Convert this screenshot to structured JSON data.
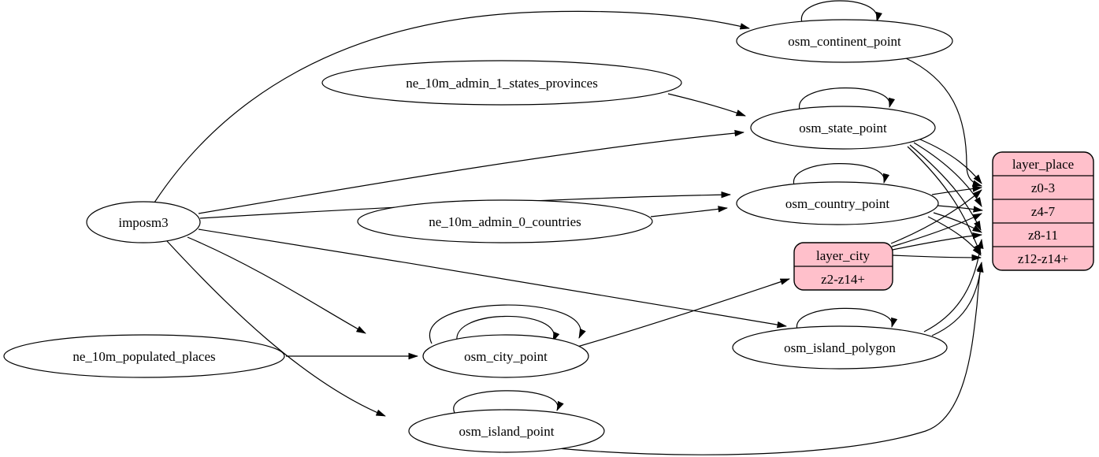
{
  "diagram": {
    "type": "graphviz-digraph",
    "background_color": "#ffffff",
    "edge_color": "#000000",
    "ellipse_fill": "#ffffff",
    "record_fill": "#ffc0cb",
    "nodes": {
      "imposm3": {
        "label": "imposm3",
        "shape": "ellipse"
      },
      "ne_10m_admin_1_states_provinces": {
        "label": "ne_10m_admin_1_states_provinces",
        "shape": "ellipse"
      },
      "ne_10m_admin_0_countries": {
        "label": "ne_10m_admin_0_countries",
        "shape": "ellipse"
      },
      "ne_10m_populated_places": {
        "label": "ne_10m_populated_places",
        "shape": "ellipse"
      },
      "osm_continent_point": {
        "label": "osm_continent_point",
        "shape": "ellipse"
      },
      "osm_state_point": {
        "label": "osm_state_point",
        "shape": "ellipse"
      },
      "osm_country_point": {
        "label": "osm_country_point",
        "shape": "ellipse"
      },
      "osm_city_point": {
        "label": "osm_city_point",
        "shape": "ellipse"
      },
      "osm_island_polygon": {
        "label": "osm_island_polygon",
        "shape": "ellipse"
      },
      "osm_island_point": {
        "label": "osm_island_point",
        "shape": "ellipse"
      }
    },
    "records": {
      "layer_city": {
        "title": "layer_city",
        "rows": [
          "z2-z14+"
        ],
        "fill": "#ffc0cb"
      },
      "layer_place": {
        "title": "layer_place",
        "rows": [
          "z0-3",
          "z4-7",
          "z8-11",
          "z12-z14+"
        ],
        "fill": "#ffc0cb"
      }
    },
    "edges": [
      {
        "from": "imposm3",
        "to": "osm_continent_point"
      },
      {
        "from": "imposm3",
        "to": "osm_state_point"
      },
      {
        "from": "imposm3",
        "to": "osm_country_point"
      },
      {
        "from": "imposm3",
        "to": "osm_city_point"
      },
      {
        "from": "imposm3",
        "to": "osm_island_polygon"
      },
      {
        "from": "imposm3",
        "to": "osm_island_point"
      },
      {
        "from": "ne_10m_admin_1_states_provinces",
        "to": "osm_state_point"
      },
      {
        "from": "ne_10m_admin_0_countries",
        "to": "osm_country_point"
      },
      {
        "from": "ne_10m_populated_places",
        "to": "osm_city_point"
      },
      {
        "from": "osm_continent_point",
        "to": "osm_continent_point",
        "self_loop": true
      },
      {
        "from": "osm_state_point",
        "to": "osm_state_point",
        "self_loop": true
      },
      {
        "from": "osm_country_point",
        "to": "osm_country_point",
        "self_loop": true
      },
      {
        "from": "osm_city_point",
        "to": "osm_city_point",
        "self_loop": true
      },
      {
        "from": "osm_city_point",
        "to": "osm_city_point",
        "self_loop": true
      },
      {
        "from": "osm_island_polygon",
        "to": "osm_island_polygon",
        "self_loop": true
      },
      {
        "from": "osm_island_point",
        "to": "osm_island_point",
        "self_loop": true
      },
      {
        "from": "osm_city_point",
        "to": "layer_city:z2-z14+"
      },
      {
        "from": "osm_continent_point",
        "to": "layer_place:z0-3"
      },
      {
        "from": "osm_state_point",
        "to": "layer_place:z0-3"
      },
      {
        "from": "osm_state_point",
        "to": "layer_place:z4-7"
      },
      {
        "from": "osm_state_point",
        "to": "layer_place:z8-11"
      },
      {
        "from": "osm_state_point",
        "to": "layer_place:z12-z14+"
      },
      {
        "from": "osm_country_point",
        "to": "layer_place:z0-3"
      },
      {
        "from": "osm_country_point",
        "to": "layer_place:z4-7"
      },
      {
        "from": "osm_country_point",
        "to": "layer_place:z8-11"
      },
      {
        "from": "osm_country_point",
        "to": "layer_place:z12-z14+"
      },
      {
        "from": "layer_city",
        "to": "layer_place:z0-3"
      },
      {
        "from": "layer_city",
        "to": "layer_place:z4-7"
      },
      {
        "from": "layer_city",
        "to": "layer_place:z8-11"
      },
      {
        "from": "layer_city",
        "to": "layer_place:z12-z14+"
      },
      {
        "from": "osm_island_polygon",
        "to": "layer_place:z8-11"
      },
      {
        "from": "osm_island_polygon",
        "to": "layer_place:z12-z14+"
      },
      {
        "from": "osm_island_point",
        "to": "layer_place:z12-z14+"
      }
    ]
  }
}
